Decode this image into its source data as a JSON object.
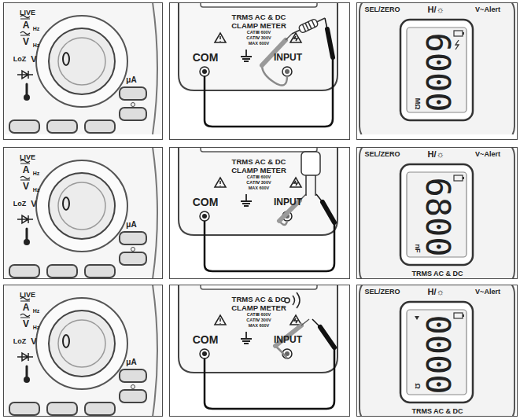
{
  "diagram": {
    "nodes": [
      {
        "text": [
          "LIVE",
          "A",
          "Hz",
          "V",
          "Hz",
          "LoZ",
          "V",
          "μA"
        ]
      },
      {
        "text": [
          "TRMS AC & DC",
          "CLAMP METER",
          "CATⅢ 600V",
          "CATⅣ 300V",
          "MAX 600V",
          "COM",
          "INPUT"
        ]
      },
      {
        "text": [
          "SEL/ZERO",
          "H/☼",
          "V~Alert",
          "6000",
          "MΩ"
        ]
      },
      {
        "text": [
          "LIVE",
          "A",
          "Hz",
          "V",
          "Hz",
          "LoZ",
          "V",
          "μA"
        ]
      },
      {
        "text": [
          "TRMS AC & DC",
          "CLAMP METER",
          "CATⅢ 600V",
          "CATⅣ 300V",
          "MAX 600V",
          "COM",
          "INPUT"
        ]
      },
      {
        "text": [
          "SEL/ZERO",
          "H/☼",
          "V~Alert",
          "6800",
          "nF",
          "TRMS AC & DC"
        ]
      },
      {
        "text": [
          "LIVE",
          "A",
          "Hz",
          "V",
          "Hz",
          "LoZ",
          "V",
          "μA"
        ]
      },
      {
        "text": [
          "TRMS AC & DC",
          "CLAMP METER",
          "CATⅢ 600V",
          "CATⅣ 300V",
          "MAX 600V",
          "COM",
          "INPUT"
        ]
      },
      {
        "text": [
          "SEL/ZERO",
          "H/☼",
          "V~Alert",
          "0000",
          "Ω",
          "TRMS AC & DC"
        ]
      }
    ]
  }
}
